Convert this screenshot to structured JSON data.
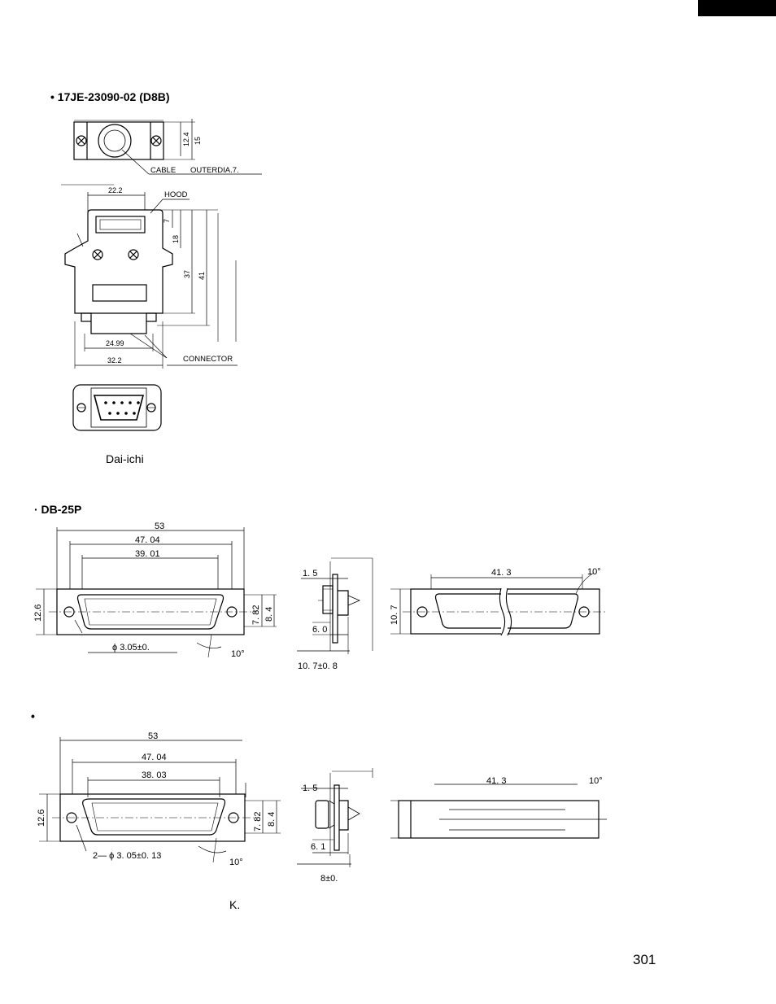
{
  "page": {
    "page_number": "301",
    "colors": {
      "ink": "#000000",
      "paper": "#ffffff"
    }
  },
  "sections": {
    "d8b": {
      "title": "• 17JE-23090-02 (D8B)",
      "caption": "Dai-ichi",
      "top_view": {
        "dim_12_4": "12.4",
        "dim_15": "15",
        "callout_cable": "CABLE",
        "callout_outerdia": "OUTERDIA.7."
      },
      "side_view": {
        "dim_22_2": "22.2",
        "callout_hood": "HOOD",
        "dim_7": "7",
        "dim_18": "18",
        "dim_37": "37",
        "dim_41": "41",
        "dim_24_99": "24.99",
        "dim_32_2": "32.2",
        "callout_connector": "CONNECTOR"
      }
    },
    "db25p": {
      "title": "· DB-25P",
      "front": {
        "dim_53": "53",
        "dim_47_04": "47. 04",
        "dim_39_01": "39. 01",
        "dim_12_6": "12.6",
        "dim_7_82": "7. 82",
        "dim_8_4": "8. 4",
        "hole_note": "ϕ 3.05±0.",
        "angle": "10°"
      },
      "side": {
        "dim_1_5": "1. 5",
        "dim_6_0": "6. 0",
        "dim_total": "10. 7±0. 8"
      },
      "rear": {
        "dim_41_3": "41. 3",
        "angle": "10°",
        "dim_10_7": "10. 7"
      }
    },
    "db25s": {
      "bullet": "•",
      "caption": "K.",
      "front": {
        "dim_53": "53",
        "dim_47_04": "47. 04",
        "dim_38_03": "38. 03",
        "dim_12_6": "12.6",
        "dim_7_82": "7. 82",
        "dim_8_4": "8. 4",
        "hole_note": "2— ϕ 3. 05±0. 13",
        "angle": "10°"
      },
      "side": {
        "dim_1_5": "1. 5",
        "dim_6_1": "6. 1",
        "dim_total": "8±0."
      },
      "rear": {
        "dim_41_3": "41. 3",
        "angle": "10°"
      }
    }
  }
}
